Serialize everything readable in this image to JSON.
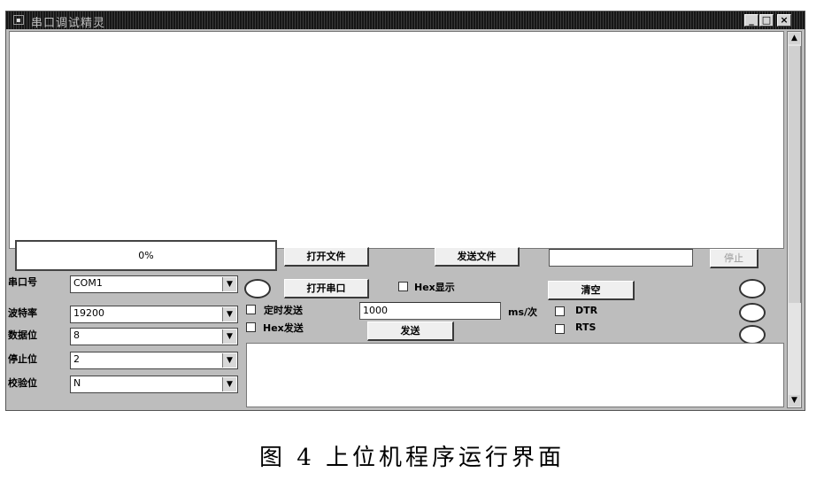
{
  "window": {
    "title": "串口调试精灵",
    "icon": "app-icon"
  },
  "title_buttons": {
    "minimize": "_",
    "maximize": "□",
    "close": "×"
  },
  "progress": {
    "value": 0,
    "label": "0%"
  },
  "buttons": {
    "open_file": "打开文件",
    "send_file": "发送文件",
    "stop": "停止",
    "open_port": "打开串口",
    "clear": "清空",
    "send": "发送"
  },
  "file_path": {
    "value": ""
  },
  "hex_display": {
    "label": "Hex显示",
    "checked": false
  },
  "timed_send": {
    "label": "定时发送",
    "checked": false
  },
  "hex_send": {
    "label": "Hex发送",
    "checked": false
  },
  "interval": {
    "value": "1000",
    "unit": "ms/次"
  },
  "dtr": {
    "label": "DTR",
    "checked": false
  },
  "rts": {
    "label": "RTS",
    "checked": false
  },
  "settings": [
    {
      "label": "串口号",
      "value": "COM1"
    },
    {
      "label": "波特率",
      "value": "19200"
    },
    {
      "label": "数据位",
      "value": "8"
    },
    {
      "label": "停止位",
      "value": "2"
    },
    {
      "label": "校验位",
      "value": "N"
    }
  ],
  "caption": "图 4   上位机程序运行界面"
}
